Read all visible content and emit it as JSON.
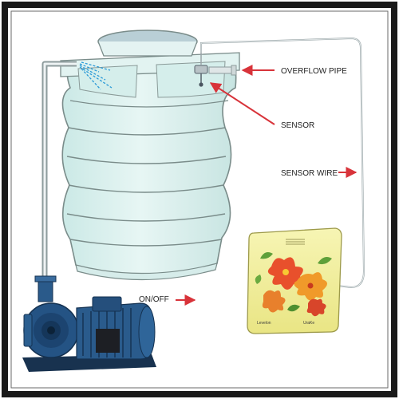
{
  "labels": {
    "overflow_pipe": "OVERFLOW PIPE",
    "sensor": "SENSOR",
    "sensor_wire": "SENSOR WIRE",
    "on_off": "ON/OFF"
  },
  "controller": {
    "brand_left": "Levelon",
    "brand_right": "UraKe"
  },
  "colors": {
    "arrow": "#d8333a",
    "tank_fill": "#dcf1ef",
    "tank_stroke": "#7a8c8a",
    "pump": "#1f4a78",
    "controller": "#f4f1a0",
    "border": "#1a1a1a"
  },
  "icons": {
    "sensor": "sensor-probe-icon",
    "controller_flowers": "flower-pattern-icon"
  }
}
